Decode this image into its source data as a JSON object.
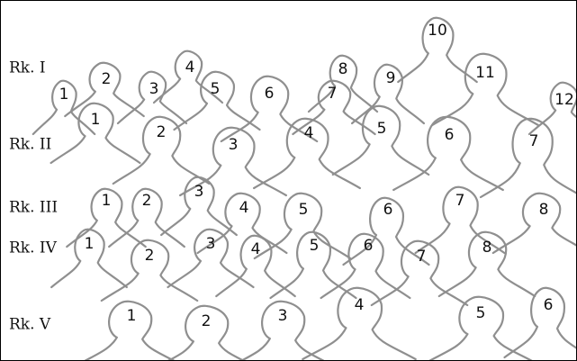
{
  "rows": [
    {
      "label": "Rk. I",
      "numbers": [
        "1",
        "2",
        "3",
        "4",
        "5",
        "6",
        "7",
        "8",
        "9",
        "10",
        "11",
        "12"
      ]
    },
    {
      "label": "Rk. II",
      "numbers": [
        "1",
        "2",
        "3",
        "4",
        "5",
        "6",
        "7"
      ]
    },
    {
      "label": "Rk. III",
      "numbers": [
        "1",
        "2",
        "3",
        "4",
        "5",
        "6",
        "7",
        "8"
      ]
    },
    {
      "label": "Rk. IV",
      "numbers": [
        "1",
        "2",
        "3",
        "4",
        "5",
        "6",
        "7",
        "8"
      ]
    },
    {
      "label": "Rk. V",
      "numbers": [
        "1",
        "2",
        "3",
        "4",
        "5",
        "6"
      ]
    }
  ],
  "colors": {
    "outline": "#8f8f8f",
    "text": "#111111",
    "background": "#ffffff"
  }
}
